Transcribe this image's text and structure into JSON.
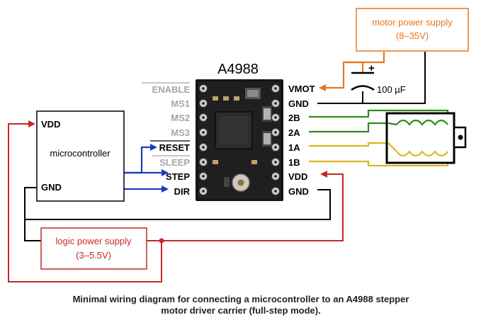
{
  "title": "A4988",
  "caption": {
    "line1": "Minimal wiring diagram for connecting a microcontroller to an A4988 stepper",
    "line2": "motor driver carrier (full-step mode)."
  },
  "microcontroller": {
    "name": "microcontroller",
    "pins": {
      "vdd": "VDD",
      "gnd": "GND"
    }
  },
  "motor_supply": {
    "name": "motor power supply",
    "range": "(8–35V)"
  },
  "logic_supply": {
    "name": "logic power supply",
    "range": "(3–5.5V)"
  },
  "capacitor": {
    "value": "100 µF",
    "plus": "+"
  },
  "driver_pins": {
    "left": [
      "ENABLE",
      "MS1",
      "MS2",
      "MS3",
      "RESET",
      "SLEEP",
      "STEP",
      "DIR"
    ],
    "right": [
      "VMOT",
      "GND",
      "2B",
      "2A",
      "1A",
      "1B",
      "VDD",
      "GND"
    ]
  },
  "colors": {
    "orange": "#e8761c",
    "red": "#c62828",
    "blue": "#1a3fb8",
    "green": "#2e8b1e",
    "yellow": "#d9b81f",
    "gray": "#a6a6a6",
    "black": "#000000"
  }
}
